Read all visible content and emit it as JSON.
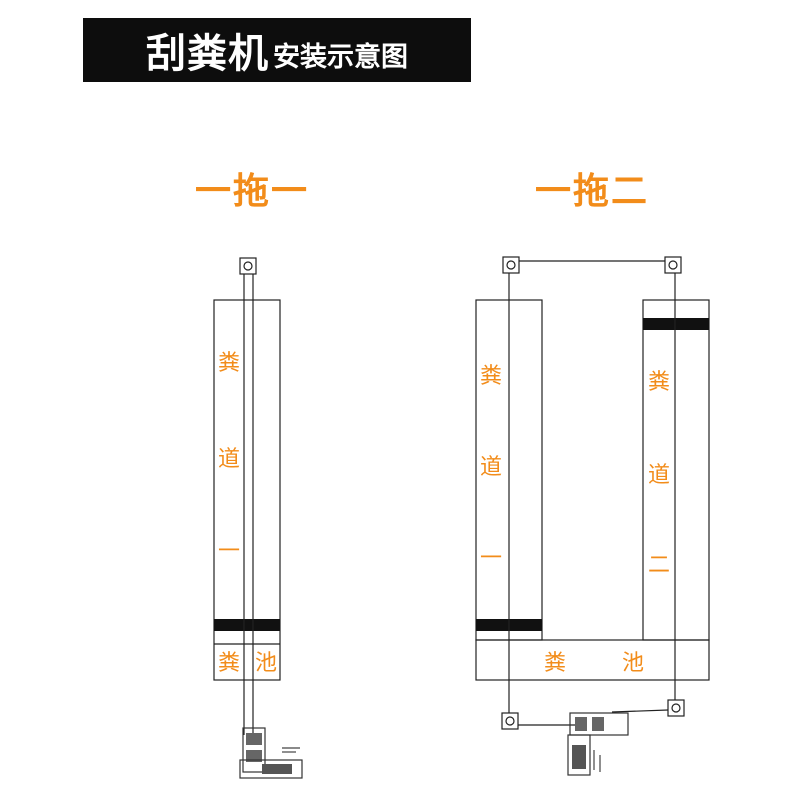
{
  "title": {
    "main": "刮粪机",
    "sub": "安装示意图"
  },
  "diagram_one": {
    "heading": "一拖一",
    "channel_label": [
      "粪",
      "道",
      "一"
    ],
    "pit_label": [
      "粪",
      "池"
    ]
  },
  "diagram_two": {
    "heading": "一拖二",
    "channel_one_label": [
      "粪",
      "道",
      "一"
    ],
    "channel_two_label": [
      "粪",
      "道",
      "二"
    ],
    "pit_label": [
      "粪",
      "池"
    ]
  },
  "colors": {
    "label": "#f28c1a",
    "line": "#222222",
    "title_bg": "#0d0d0d"
  }
}
